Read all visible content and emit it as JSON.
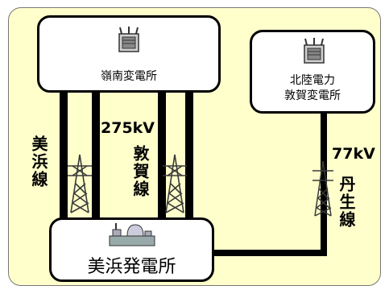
{
  "stations": {
    "reinan": "嶺南変電所",
    "hokuriku_line1": "北陸電力",
    "hokuriku_line2": "敦賀変電所",
    "mihama": "美浜発電所"
  },
  "lines": {
    "mihama_line": "美浜線",
    "tsuruga_line": "敦賀線",
    "nyu_line": "丹生線"
  },
  "voltages": {
    "v275": "275kV",
    "v77": "77kV"
  },
  "icons": {
    "transformer": "transformer-icon",
    "tower": "transmission-tower-icon",
    "plant": "power-plant-icon"
  }
}
